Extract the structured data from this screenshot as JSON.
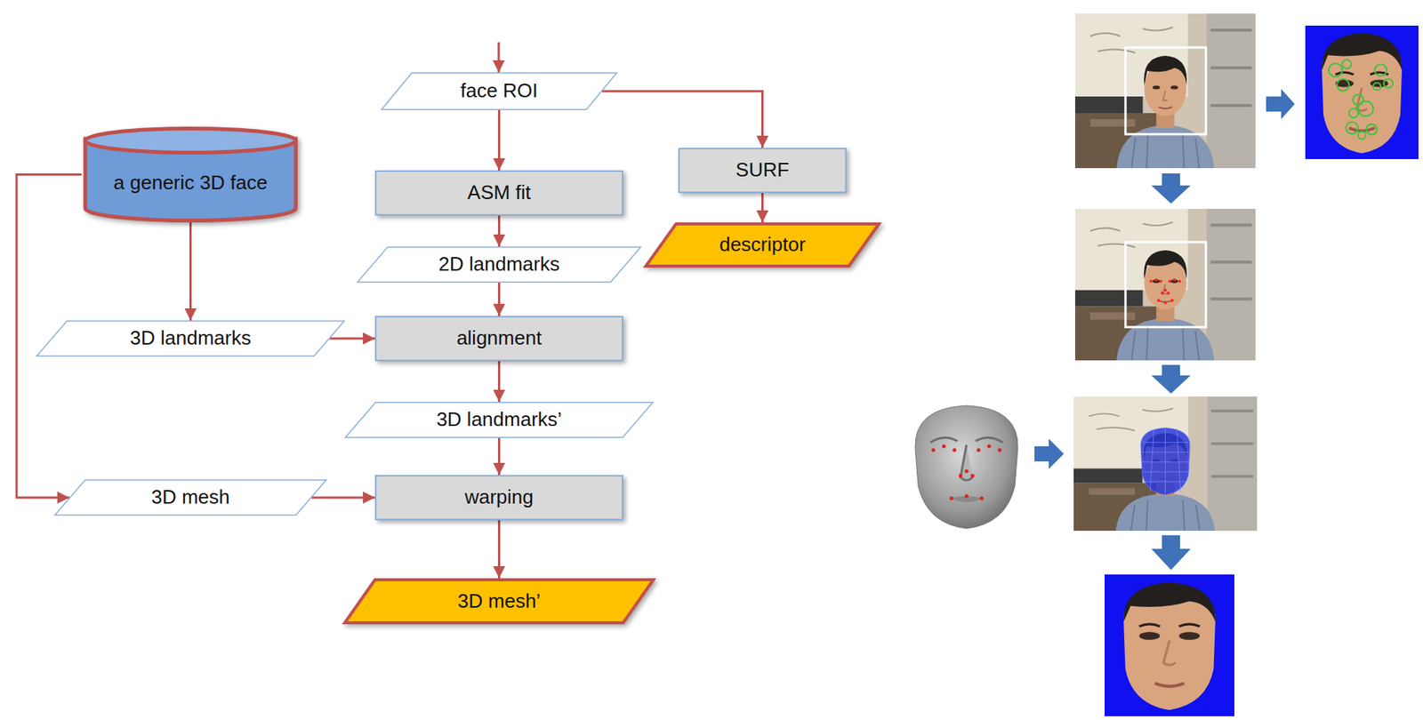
{
  "diagram": {
    "nodes": [
      {
        "text": [
          "face ROI"
        ]
      },
      {
        "text": [
          "a generic 3D face"
        ]
      },
      {
        "text": [
          "ASM fit"
        ]
      },
      {
        "text": [
          "SURF"
        ]
      },
      {
        "text": [
          "descriptor"
        ]
      },
      {
        "text": [
          "2D landmarks"
        ]
      },
      {
        "text": [
          "3D landmarks"
        ]
      },
      {
        "text": [
          "alignment"
        ]
      },
      {
        "text": [
          "3D landmarks’"
        ]
      },
      {
        "text": [
          "3D mesh"
        ]
      },
      {
        "text": [
          "warping"
        ]
      },
      {
        "text": [
          "3D mesh’"
        ]
      }
    ],
    "edges": [
      {
        "from": 0,
        "to": 2,
        "arrow": "to"
      },
      {
        "from": 0,
        "to": 3,
        "arrow": "to"
      },
      {
        "from": 3,
        "to": 4,
        "arrow": "to"
      },
      {
        "from": 2,
        "to": 5,
        "arrow": "to"
      },
      {
        "from": 5,
        "to": 7,
        "arrow": "to"
      },
      {
        "from": 1,
        "to": 6,
        "arrow": "to"
      },
      {
        "from": 6,
        "to": 7,
        "arrow": "to"
      },
      {
        "from": 7,
        "to": 8,
        "arrow": "to"
      },
      {
        "from": 8,
        "to": 10,
        "arrow": "to"
      },
      {
        "from": 1,
        "to": 9,
        "arrow": "to"
      },
      {
        "from": 9,
        "to": 10,
        "arrow": "to"
      },
      {
        "from": 10,
        "to": 11,
        "arrow": "to"
      }
    ]
  }
}
